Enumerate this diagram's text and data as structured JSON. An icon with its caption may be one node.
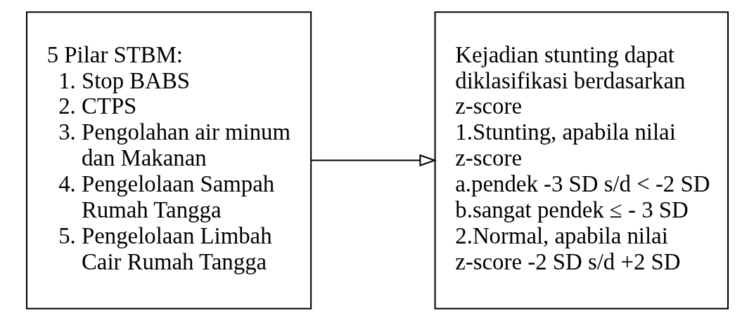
{
  "diagram": {
    "nodes": [
      {
        "text": [
          "5 Pilar STBM:",
          "1. Stop BABS",
          "2. CTPS",
          "3. Pengolahan air minum dan Makanan",
          "4. Pengelolaan Sampah Rumah Tangga",
          "5. Pengelolaan Limbah Cair Rumah Tangga"
        ]
      },
      {
        "text": [
          "Kejadian stunting dapat diklasifikasi berdasarkan z-score",
          "1.Stunting, apabila nilai z-score",
          "a.pendek -3 SD s/d < -2 SD",
          "b.sangat pendek ≤ - 3 SD",
          "2.Normal, apabila nilai z-score -2 SD s/d +2 SD"
        ]
      }
    ],
    "edges": [
      {
        "from": 0,
        "to": 1,
        "arrow": "to"
      }
    ]
  }
}
